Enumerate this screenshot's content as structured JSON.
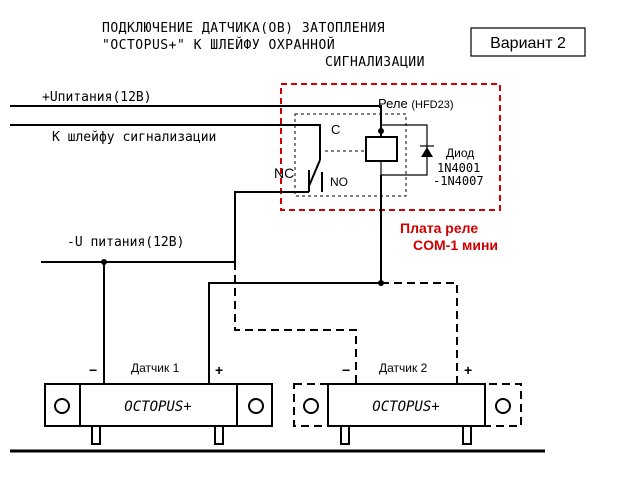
{
  "title": {
    "line1": "ПОДКЛЮЧЕНИЕ ДАТЧИКА(ОВ) ЗАТОПЛЕНИЯ",
    "line2": "\"OCTOPUS+\" К ШЛЕЙФУ ОХРАННОЙ",
    "line3": "СИГНАЛИЗАЦИИ"
  },
  "variant_label": "Вариант 2",
  "wires": {
    "plus_power": "+Uпитания(12В)",
    "loop": "К шлейфу сигнализации",
    "minus_power": "-U питания(12В)"
  },
  "relay": {
    "label": "Реле",
    "model": "(HFD23)",
    "contact_c": "C",
    "contact_nc": "NC",
    "contact_no": "NO",
    "diode_label": "Диод",
    "diode_model_1": "1N4001",
    "diode_model_2": "-1N4007"
  },
  "board": {
    "line1": "Плата реле",
    "line2": "COM-1 мини",
    "color": "#d00000"
  },
  "sensors": [
    {
      "label": "Датчик 1",
      "brand": "OCTOPUS+",
      "minus": "−",
      "plus": "+",
      "style": "solid"
    },
    {
      "label": "Датчик 2",
      "brand": "OCTOPUS+",
      "minus": "−",
      "plus": "+",
      "style": "dashed"
    }
  ]
}
